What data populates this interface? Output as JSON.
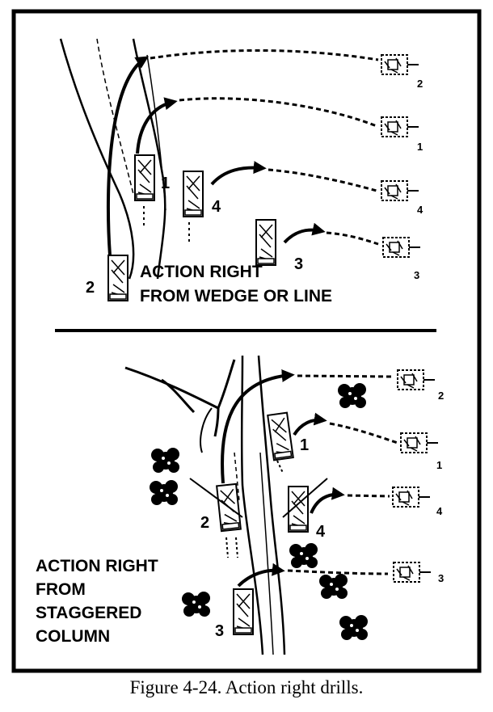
{
  "top_panel": {
    "title_line1": "ACTION RIGHT",
    "title_line2": "FROM WEDGE OR LINE",
    "vehicle_numbers": [
      "1",
      "2",
      "3",
      "4"
    ],
    "target_numbers": [
      "1",
      "2",
      "3",
      "4"
    ]
  },
  "bottom_panel": {
    "title_lines": [
      "ACTION RIGHT",
      "FROM",
      "STAGGERED",
      "COLUMN"
    ],
    "vehicle_numbers": [
      "1",
      "2",
      "3",
      "4"
    ],
    "target_numbers": [
      "1",
      "2",
      "3",
      "4"
    ]
  },
  "caption": "Figure 4-24.  Action right drills."
}
